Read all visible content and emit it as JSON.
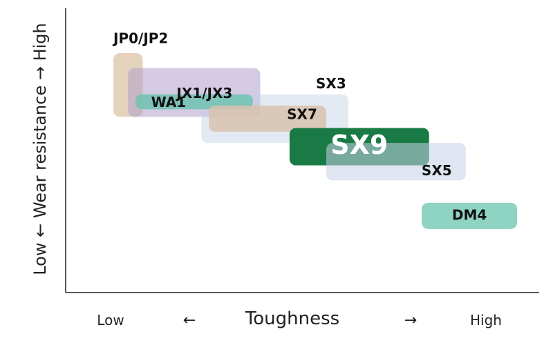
{
  "chart_data": {
    "type": "positioning-map",
    "x_axis": {
      "title": "Toughness",
      "low_label": "Low",
      "high_label": "High",
      "low_arrow": "←",
      "high_arrow": "→"
    },
    "y_axis": {
      "title": "Low ← Wear resistance → High"
    },
    "grades": [
      {
        "name": "JP0/JP2",
        "toughness": [
          1.0,
          1.4
        ],
        "wear": [
          7.5,
          9.2
        ],
        "color": "#e3d3bb",
        "opacity": 1.0
      },
      {
        "name": "JX1/JX3",
        "toughness": [
          1.2,
          3.0
        ],
        "wear": [
          7.5,
          8.8
        ],
        "color": "#b09fcc",
        "opacity": 0.55
      },
      {
        "name": "SX3",
        "toughness": [
          2.2,
          4.2
        ],
        "wear": [
          6.8,
          8.1
        ],
        "color": "#c4d0e6",
        "opacity": 0.45
      },
      {
        "name": "WA1",
        "toughness": [
          1.3,
          2.9
        ],
        "wear": [
          7.7,
          8.1
        ],
        "color": "#6ec2b2",
        "opacity": 0.85
      },
      {
        "name": "SX7",
        "toughness": [
          2.3,
          3.9
        ],
        "wear": [
          7.1,
          7.8
        ],
        "color": "#d8c2ae",
        "opacity": 0.85
      },
      {
        "name": "SX9",
        "toughness": [
          3.4,
          5.3
        ],
        "wear": [
          6.2,
          7.2
        ],
        "color": "#1a7a45",
        "opacity": 1.0
      },
      {
        "name": "SX5",
        "toughness": [
          3.9,
          5.8
        ],
        "wear": [
          5.8,
          6.8
        ],
        "color": "#c4d0e6",
        "opacity": 0.55
      },
      {
        "name": "DM4",
        "toughness": [
          5.2,
          6.5
        ],
        "wear": [
          4.5,
          5.2
        ],
        "color": "#8fd3c2",
        "opacity": 1.0
      }
    ]
  }
}
